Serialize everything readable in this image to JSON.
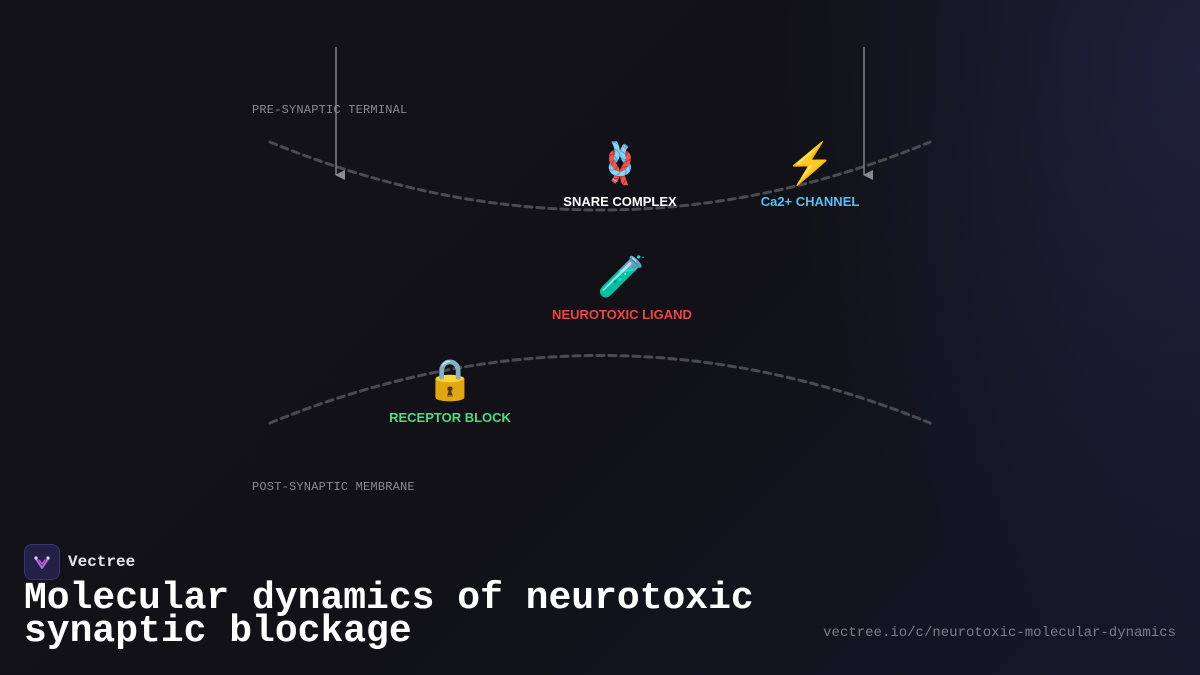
{
  "diagram": {
    "pre_synaptic_label": "PRE-SYNAPTIC TERMINAL",
    "post_synaptic_label": "POST-SYNAPTIC MEMBRANE",
    "nodes": [
      {
        "id": "snare",
        "icon": "🪢",
        "icon_name": "knot-icon",
        "label": "SNARE COMPLEX",
        "color": "#ffffff"
      },
      {
        "id": "ca",
        "icon": "⚡",
        "icon_name": "lightning-icon",
        "label": "Ca2+ CHANNEL",
        "color": "#4fc3f7"
      },
      {
        "id": "ligand",
        "icon": "🧪",
        "icon_name": "test-tube-icon",
        "label": "NEUROTOXIC LIGAND",
        "color": "#ef4444"
      },
      {
        "id": "receptor",
        "icon": "🔒",
        "icon_name": "lock-icon",
        "label": "RECEPTOR BLOCK",
        "color": "#4ade80"
      }
    ]
  },
  "brand": {
    "name": "Vectree",
    "logo_icon": "vectree-logo-icon"
  },
  "title": "Molecular dynamics of neurotoxic synaptic blockage",
  "url": "vectree.io/c/neurotoxic-molecular-dynamics",
  "colors": {
    "background": "#111117",
    "membrane": "#4a4a4f",
    "arrow": "#8a8a8f"
  }
}
